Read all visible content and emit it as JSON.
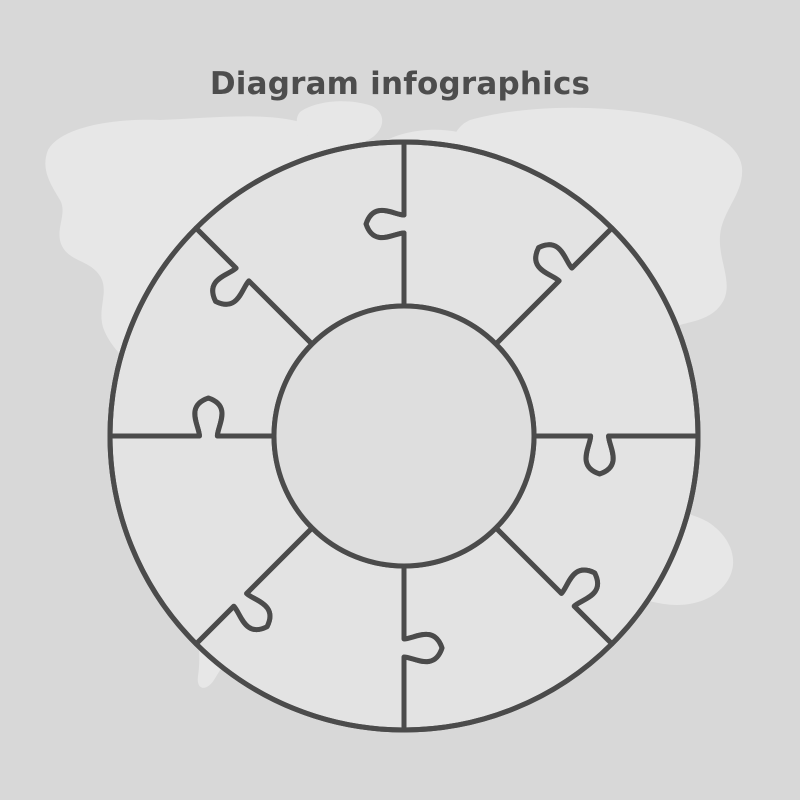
{
  "title": "Diagram infographics",
  "colors": {
    "background": "#d8d8d8",
    "map": "#e7e7e7",
    "segment_fill": "#e3e3e3",
    "center_fill": "#dedede",
    "stroke": "#4b4b4b",
    "title": "#4d4d4d"
  },
  "diagram": {
    "segments": [
      {
        "id": "top-right"
      },
      {
        "id": "right-upper"
      },
      {
        "id": "right-lower"
      },
      {
        "id": "bottom-right"
      },
      {
        "id": "bottom-left"
      },
      {
        "id": "left-lower"
      },
      {
        "id": "left-upper"
      },
      {
        "id": "top-left"
      }
    ],
    "center": {
      "id": "center-circle"
    }
  }
}
